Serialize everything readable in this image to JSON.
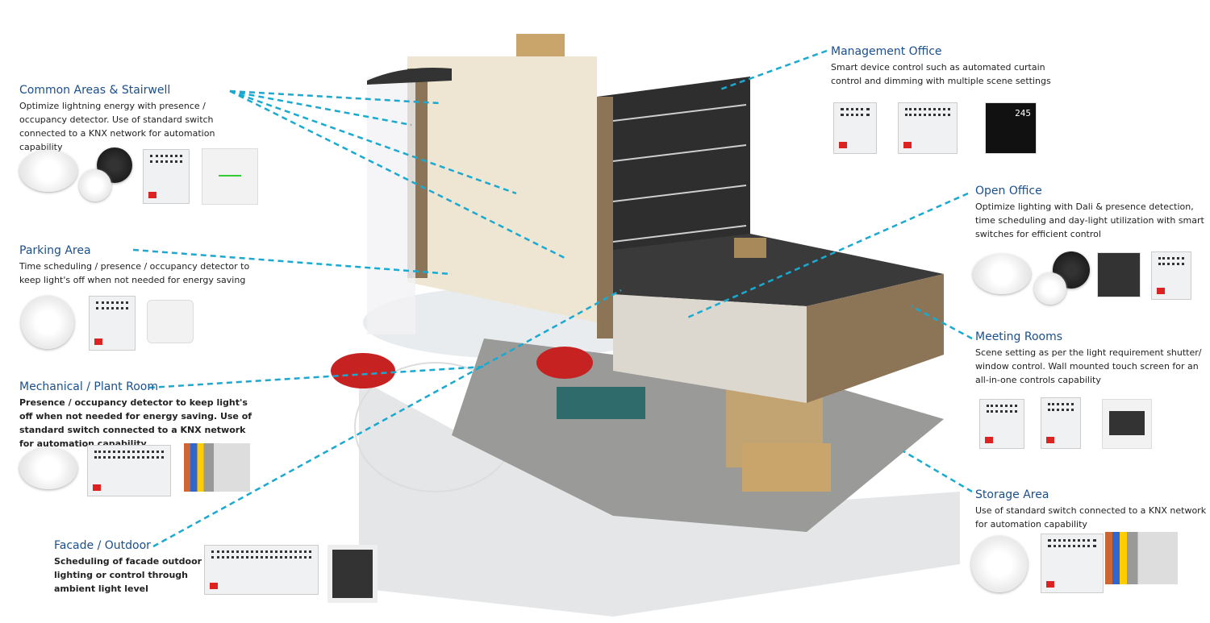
{
  "accent_color": "#1aa9d0",
  "title_color": "#1b4f8a",
  "sections": [
    {
      "title": "Common Areas & Stairwell",
      "description": "Optimize lightning energy with presence / occupancy detector. Use of standard switch connected to a KNX network for automation capability",
      "devices": [
        "ceiling-sensor-icon",
        "black-sensor-icon",
        "din-actuator-icon",
        "glass-switch-icon"
      ]
    },
    {
      "title": "Parking Area",
      "description": "Time scheduling / presence / occupancy detector to keep light's off when not needed for energy saving",
      "devices": [
        "ceiling-sensor-icon",
        "din-actuator-icon",
        "push-button-icon"
      ]
    },
    {
      "title": "Mechanical / Plant Room",
      "description": "Presence / occupancy detector to keep light's off when not needed for energy saving. Use of standard switch connected to a KNX network for automation capability",
      "devices": [
        "ceiling-sensor-icon",
        "din-actuator-icon",
        "wired-module-icon"
      ]
    },
    {
      "title": "Facade / Outdoor",
      "description": "Scheduling of facade outdoor lighting or control through ambient light level",
      "devices": [
        "din-actuator-icon",
        "touch-panel-icon"
      ]
    },
    {
      "title": "Management Office",
      "description": "Smart device control such as automated curtain control and dimming with multiple scene settings",
      "devices": [
        "din-dimmer-icon",
        "din-actuator-icon",
        "thermostat-panel-icon"
      ],
      "thermostat_reading": "245"
    },
    {
      "title": "Open Office",
      "description": "Optimize lighting with Dali & presence detection, time scheduling and day-light utilization with smart switches for efficient control",
      "devices": [
        "ceiling-sensor-icon",
        "black-sensor-icon",
        "smart-switch-icon",
        "din-actuator-icon"
      ]
    },
    {
      "title": "Meeting Rooms",
      "description": "Scene setting as per the light requirement shutter/ window control.  Wall mounted touch screen for an all-in-one controls capability",
      "devices": [
        "din-actuator-icon",
        "dali-gateway-icon",
        "touch-screen-icon"
      ]
    },
    {
      "title": "Storage Area",
      "description": "Use of standard switch connected to a KNX network for automation capability",
      "devices": [
        "ceiling-sensor-icon",
        "din-actuator-icon",
        "wired-module-icon"
      ]
    }
  ]
}
